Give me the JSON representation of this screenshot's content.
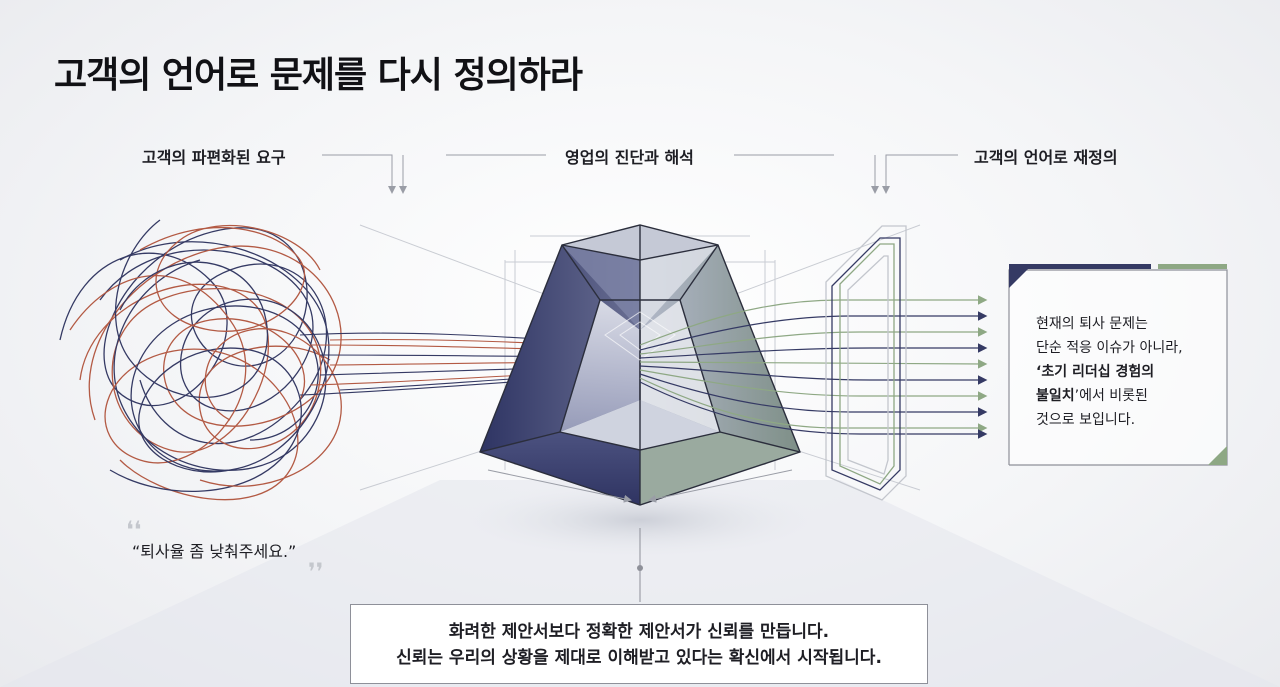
{
  "title": "고객의 언어로 문제를 다시 정의하라",
  "columns": {
    "left": "고객의 파편화된 요구",
    "center": "영업의 진단과 해석",
    "right": "고객의 언어로 재정의"
  },
  "customer_quote": "“퇴사율 좀 낮춰주세요.”",
  "result": {
    "line1": "현재의 퇴사 문제는",
    "line2": "단순 적응 이슈가 아니라,",
    "line3": "‘초기 리더십 경험의",
    "line4_bold": "불일치",
    "line4_rest": "’에서 비롯된",
    "line5": "것으로 보입니다."
  },
  "bottom_message": {
    "line1": "화려한 제안서보다 정확한 제안서가 신뢰를 만듭니다.",
    "line2": "신뢰는 우리의 상황을 제대로 이해받고 있다는 확신에서 시작됩니다."
  },
  "colors": {
    "navy": "#353a64",
    "rust": "#b35a44",
    "sage": "#8ea884",
    "line_gray": "#b7bac1",
    "dark_line": "#2b2e3c"
  }
}
